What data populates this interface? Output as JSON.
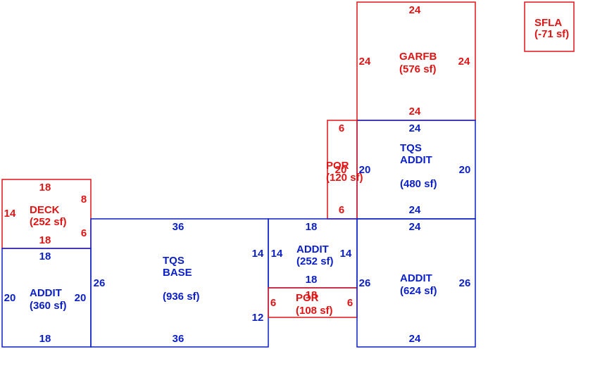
{
  "colors": {
    "blue": "#0a1fc8",
    "red": "#e01414"
  },
  "areas": [
    {
      "id": "garfb",
      "name": "GARFB",
      "area": "(576 sf)",
      "color": "red",
      "dims": {
        "top": "24",
        "left": "24",
        "right": "24",
        "bottom": "24"
      }
    },
    {
      "id": "sfla",
      "name": "SFLA",
      "area": "(-71 sf)",
      "color": "red"
    },
    {
      "id": "tqs-addit",
      "name": "TQS\nADDIT",
      "area": "(480 sf)",
      "color": "blue",
      "dims": {
        "top": "24",
        "left": "20",
        "right": "20",
        "bottom": "24"
      }
    },
    {
      "id": "por-upper",
      "name": "POR",
      "area": "(120 sf)",
      "color": "red",
      "dims": {
        "top": "6",
        "mid": "20",
        "bottom": "6"
      }
    },
    {
      "id": "deck",
      "name": "DECK",
      "area": "(252 sf)",
      "color": "red",
      "dims": {
        "top": "18",
        "left": "14",
        "right_upper": "8",
        "right_lower": "6",
        "bottom": "18"
      }
    },
    {
      "id": "tqs-base",
      "name": "TQS\nBASE",
      "area": "(936 sf)",
      "color": "blue",
      "dims": {
        "top": "36",
        "left": "26",
        "right_upper": "14",
        "right_lower": "12",
        "bottom": "36"
      }
    },
    {
      "id": "addit-mid",
      "name": "ADDIT",
      "area": "(252 sf)",
      "color": "blue",
      "dims": {
        "top": "18",
        "left": "14",
        "right": "14",
        "bottom": "18"
      }
    },
    {
      "id": "por-lower",
      "name": "POR",
      "area": "(108 sf)",
      "color": "red",
      "dims": {
        "top": "18",
        "left": "6",
        "right": "6"
      }
    },
    {
      "id": "addit-left",
      "name": "ADDIT",
      "area": "(360 sf)",
      "color": "blue",
      "dims": {
        "top": "18",
        "left": "20",
        "right": "20",
        "bottom": "18"
      }
    },
    {
      "id": "addit-right",
      "name": "ADDIT",
      "area": "(624 sf)",
      "color": "blue",
      "dims": {
        "top": "24",
        "left": "26",
        "right": "26",
        "bottom": "24"
      }
    }
  ]
}
